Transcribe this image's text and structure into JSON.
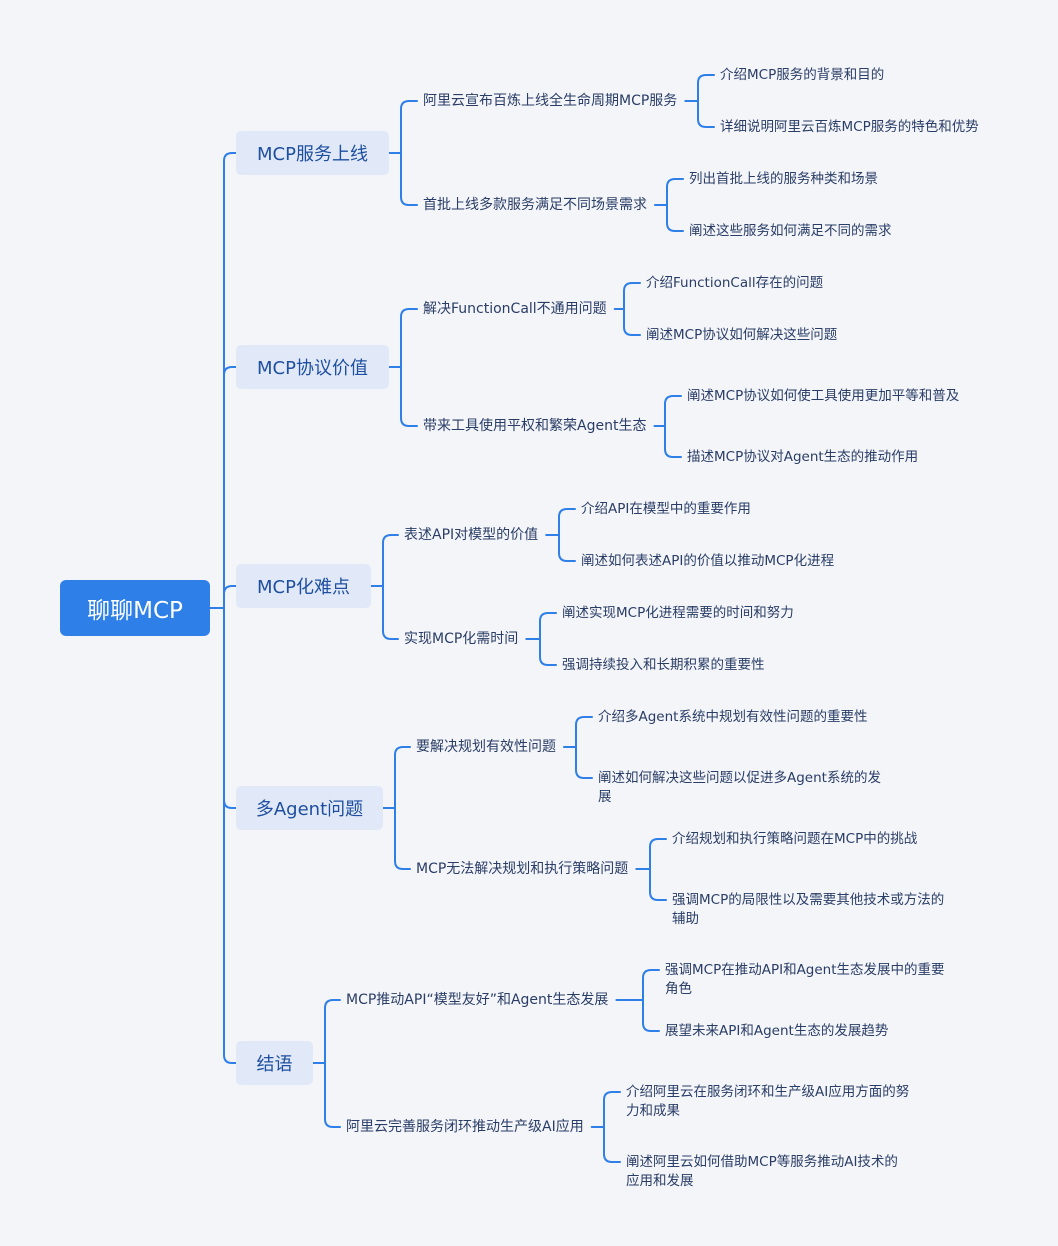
{
  "root": "聊聊MCP",
  "sections": [
    {
      "title": "MCP服务上线",
      "children": [
        {
          "title": "阿里云宣布百炼上线全生命周期MCP服务",
          "children": [
            "介绍MCP服务的背景和目的",
            "详细说明阿里云百炼MCP服务的特色和优势"
          ]
        },
        {
          "title": "首批上线多款服务满足不同场景需求",
          "children": [
            "列出首批上线的服务种类和场景",
            "阐述这些服务如何满足不同的需求"
          ]
        }
      ]
    },
    {
      "title": "MCP协议价值",
      "children": [
        {
          "title": "解决FunctionCall不通用问题",
          "children": [
            "介绍FunctionCall存在的问题",
            "阐述MCP协议如何解决这些问题"
          ]
        },
        {
          "title": "带来工具使用平权和繁荣Agent生态",
          "children": [
            "阐述MCP协议如何使工具使用更加平等和普及",
            "描述MCP协议对Agent生态的推动作用"
          ]
        }
      ]
    },
    {
      "title": "MCP化难点",
      "children": [
        {
          "title": "表述API对模型的价值",
          "children": [
            "介绍API在模型中的重要作用",
            "阐述如何表述API的价值以推动MCP化进程"
          ]
        },
        {
          "title": "实现MCP化需时间",
          "children": [
            "阐述实现MCP化进程需要的时间和努力",
            "强调持续投入和长期积累的重要性"
          ]
        }
      ]
    },
    {
      "title": "多Agent问题",
      "children": [
        {
          "title": "要解决规划有效性问题",
          "children": [
            "介绍多Agent系统中规划有效性问题的重要性",
            "阐述如何解决这些问题以促进多Agent系统的发展"
          ]
        },
        {
          "title": "MCP无法解决规划和执行策略问题",
          "children": [
            "介绍规划和执行策略问题在MCP中的挑战",
            "强调MCP的局限性以及需要其他技术或方法的辅助"
          ]
        }
      ]
    },
    {
      "title": "结语",
      "children": [
        {
          "title": "MCP推动API“模型友好”和Agent生态发展",
          "children": [
            "强调MCP在推动API和Agent生态发展中的重要角色",
            "展望未来API和Agent生态的发展趋势"
          ]
        },
        {
          "title": "阿里云完善服务闭环推动生产级AI应用",
          "children": [
            "介绍阿里云在服务闭环和生产级AI应用方面的努力和成果",
            "阐述阿里云如何借助MCP等服务推动AI技术的应用和发展"
          ]
        }
      ]
    }
  ],
  "colors": {
    "line": "#2e7fe8",
    "root_bg": "#2e7fe8",
    "section_bg": "#e1e9f8",
    "text": "#2a3d66"
  }
}
